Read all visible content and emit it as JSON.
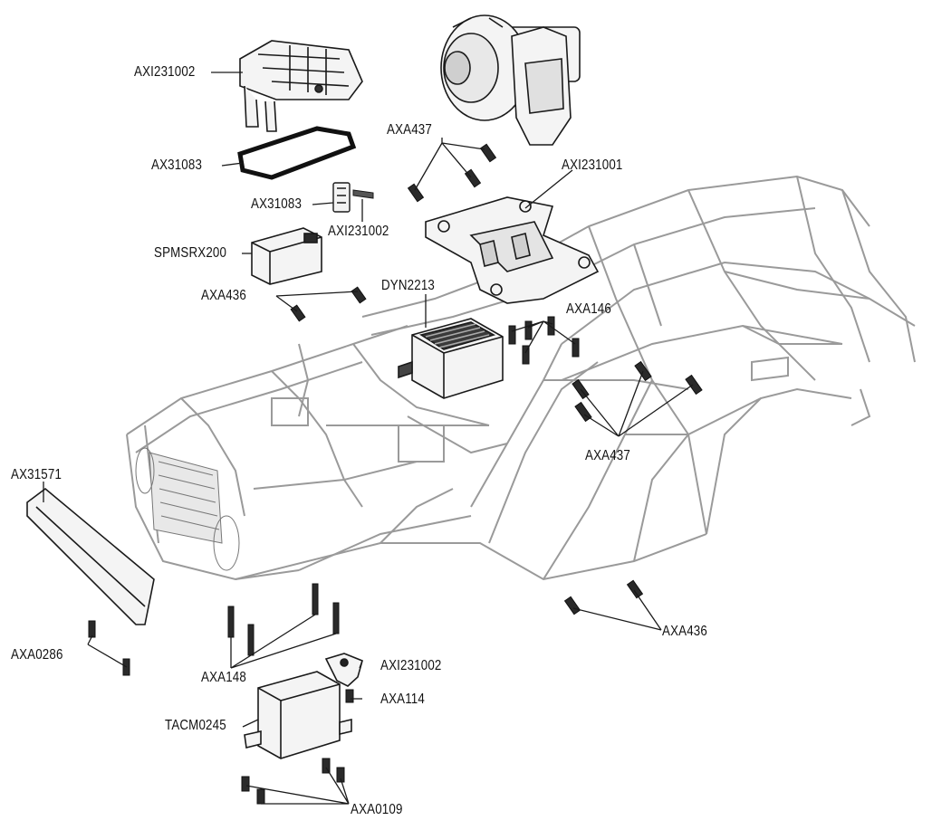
{
  "diagram": {
    "labels": {
      "axi231002_top": "AXI231002",
      "ax31083_gasket": "AX31083",
      "ax31083_small": "AX31083",
      "axi231002_small": "AXI231002",
      "spmsrx200": "SPMSRX200",
      "axa436_top": "AXA436",
      "axa437_top": "AXA437",
      "axi231001": "AXI231001",
      "dyn2213": "DYN2213",
      "axa146": "AXA146",
      "axa437_right": "AXA437",
      "ax31571": "AX31571",
      "axa0286": "AXA0286",
      "axa148": "AXA148",
      "axi231002_bottom": "AXI231002",
      "axa114": "AXA114",
      "tacm0245": "TACM0245",
      "axa436_bottom": "AXA436",
      "axa0109": "AXA0109"
    },
    "colors": {
      "line": "#1a1a1a",
      "frame": "#8a8a8a",
      "fill_light": "#f4f4f4",
      "fill_dark": "#2a2a2a"
    }
  }
}
